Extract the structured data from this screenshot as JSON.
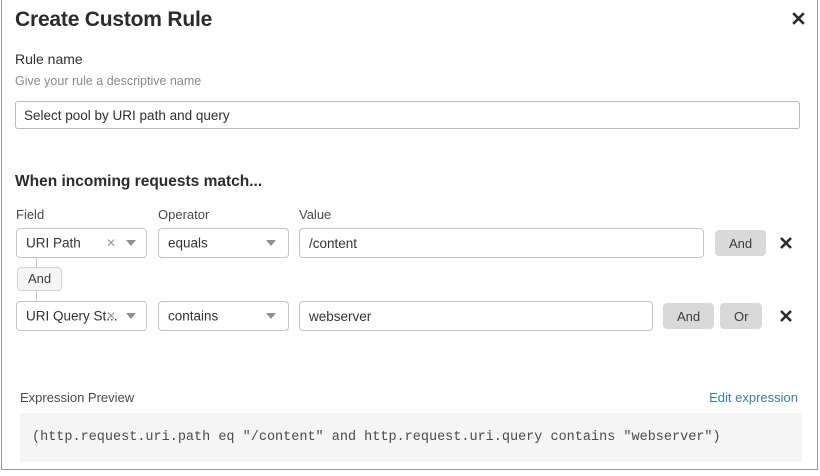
{
  "dialog": {
    "title": "Create Custom Rule",
    "close_icon": "close-icon"
  },
  "rule_name": {
    "label": "Rule name",
    "help": "Give your rule a descriptive name",
    "value": "Select pool by URI path and query",
    "placeholder": ""
  },
  "match_section": {
    "title": "When incoming requests match...",
    "columns": {
      "field": "Field",
      "operator": "Operator",
      "value": "Value"
    },
    "connector": {
      "label": "And"
    },
    "rows": [
      {
        "field": "URI Path",
        "field_clear_icon": "clear-icon",
        "field_caret_icon": "chevron-down-icon",
        "operator": "equals",
        "operator_caret_icon": "chevron-down-icon",
        "value": "/content",
        "logic_buttons": [
          "And"
        ],
        "delete_icon": "delete-icon"
      },
      {
        "field": "URI Query St...",
        "field_clear_icon": "clear-icon",
        "field_caret_icon": "chevron-down-icon",
        "operator": "contains",
        "operator_caret_icon": "chevron-down-icon",
        "value": "webserver",
        "logic_buttons": [
          "And",
          "Or"
        ],
        "delete_icon": "delete-icon"
      }
    ]
  },
  "expression_preview": {
    "label": "Expression Preview",
    "edit_link": "Edit expression",
    "expression": "(http.request.uri.path eq \"/content\" and http.request.uri.query contains \"webserver\")"
  },
  "colors": {
    "link": "#3d7ea8",
    "logic_button_bg": "#d9d9d9",
    "expression_bg": "#f5f5f5",
    "border": "#c4c4c4"
  }
}
